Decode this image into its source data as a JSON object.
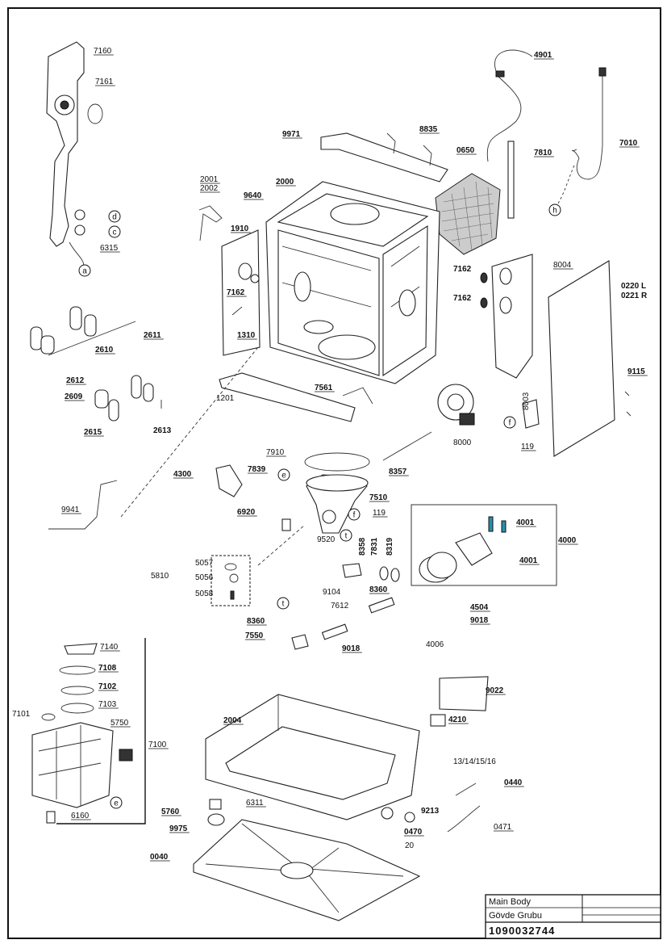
{
  "title_block": {
    "title_en": "Main Body",
    "title_tr": "Gövde Grubu",
    "drawing_number": "1090032744"
  },
  "parts": [
    {
      "id": "p7160",
      "no": "7160"
    },
    {
      "id": "p7161",
      "no": "7161"
    },
    {
      "id": "p6315",
      "no": "6315"
    },
    {
      "id": "p4901",
      "no": "4901"
    },
    {
      "id": "p7010",
      "no": "7010"
    },
    {
      "id": "p9971",
      "no": "9971"
    },
    {
      "id": "p8835",
      "no": "8835"
    },
    {
      "id": "p0650",
      "no": "0650"
    },
    {
      "id": "p7810",
      "no": "7810"
    },
    {
      "id": "p2001",
      "no": "2001"
    },
    {
      "id": "p2002",
      "no": "2002"
    },
    {
      "id": "p2000",
      "no": "2000"
    },
    {
      "id": "p9640",
      "no": "9640"
    },
    {
      "id": "p1910",
      "no": "1910"
    },
    {
      "id": "p7162a",
      "no": "7162"
    },
    {
      "id": "p1310",
      "no": "1310"
    },
    {
      "id": "p7162b",
      "no": "7162"
    },
    {
      "id": "p7162c",
      "no": "7162"
    },
    {
      "id": "p8004",
      "no": "8004"
    },
    {
      "id": "p0220",
      "no": "0220 L"
    },
    {
      "id": "p0221",
      "no": "0221 R"
    },
    {
      "id": "p2611",
      "no": "2611"
    },
    {
      "id": "p2610",
      "no": "2610"
    },
    {
      "id": "p2612",
      "no": "2612"
    },
    {
      "id": "p2609",
      "no": "2609"
    },
    {
      "id": "p2615",
      "no": "2615"
    },
    {
      "id": "p2613",
      "no": "2613"
    },
    {
      "id": "p7561",
      "no": "7561"
    },
    {
      "id": "p1201",
      "no": "1201"
    },
    {
      "id": "p8003",
      "no": "8003"
    },
    {
      "id": "p9115",
      "no": "9115"
    },
    {
      "id": "p8000",
      "no": "8000"
    },
    {
      "id": "p119a",
      "no": "119"
    },
    {
      "id": "p7910",
      "no": "7910"
    },
    {
      "id": "p7839",
      "no": "7839"
    },
    {
      "id": "p4300",
      "no": "4300"
    },
    {
      "id": "p8357",
      "no": "8357"
    },
    {
      "id": "p7510",
      "no": "7510"
    },
    {
      "id": "p119b",
      "no": "119"
    },
    {
      "id": "p9941",
      "no": "9941"
    },
    {
      "id": "p6920",
      "no": "6920"
    },
    {
      "id": "p4000",
      "no": "4000"
    },
    {
      "id": "p4001a",
      "no": "4001"
    },
    {
      "id": "p4001b",
      "no": "4001"
    },
    {
      "id": "p9520",
      "no": "9520"
    },
    {
      "id": "p8358",
      "no": "8358"
    },
    {
      "id": "p7831",
      "no": "7831"
    },
    {
      "id": "p8319",
      "no": "8319"
    },
    {
      "id": "p5810",
      "no": "5810"
    },
    {
      "id": "p5057",
      "no": "5057"
    },
    {
      "id": "p5056",
      "no": "5056"
    },
    {
      "id": "p5058",
      "no": "5058"
    },
    {
      "id": "p9104",
      "no": "9104"
    },
    {
      "id": "p8360a",
      "no": "8360"
    },
    {
      "id": "p7612",
      "no": "7612"
    },
    {
      "id": "p4504",
      "no": "4504"
    },
    {
      "id": "p9018a",
      "no": "9018"
    },
    {
      "id": "p8360b",
      "no": "8360"
    },
    {
      "id": "p7550",
      "no": "7550"
    },
    {
      "id": "p4006",
      "no": "4006"
    },
    {
      "id": "p9018b",
      "no": "9018"
    },
    {
      "id": "p7140",
      "no": "7140"
    },
    {
      "id": "p7108",
      "no": "7108"
    },
    {
      "id": "p7102",
      "no": "7102"
    },
    {
      "id": "p7103",
      "no": "7103"
    },
    {
      "id": "p7101",
      "no": "7101"
    },
    {
      "id": "p5750",
      "no": "5750"
    },
    {
      "id": "p7100",
      "no": "7100"
    },
    {
      "id": "p6160",
      "no": "6160"
    },
    {
      "id": "p9022",
      "no": "9022"
    },
    {
      "id": "p2004",
      "no": "2004"
    },
    {
      "id": "p4210",
      "no": "4210"
    },
    {
      "id": "p131416",
      "no": "13/14/15/16"
    },
    {
      "id": "p0440",
      "no": "0440"
    },
    {
      "id": "p6311",
      "no": "6311"
    },
    {
      "id": "p5760",
      "no": "5760"
    },
    {
      "id": "p9213",
      "no": "9213"
    },
    {
      "id": "p0470",
      "no": "0470"
    },
    {
      "id": "p0471",
      "no": "0471"
    },
    {
      "id": "p9975",
      "no": "9975"
    },
    {
      "id": "p20",
      "no": "20"
    },
    {
      "id": "p0040",
      "no": "0040"
    }
  ],
  "markers": {
    "d": "d",
    "c": "c",
    "a": "a",
    "h": "h",
    "f1": "f",
    "e1": "e",
    "f2": "f",
    "t1": "t",
    "t2": "t",
    "e2": "e"
  }
}
